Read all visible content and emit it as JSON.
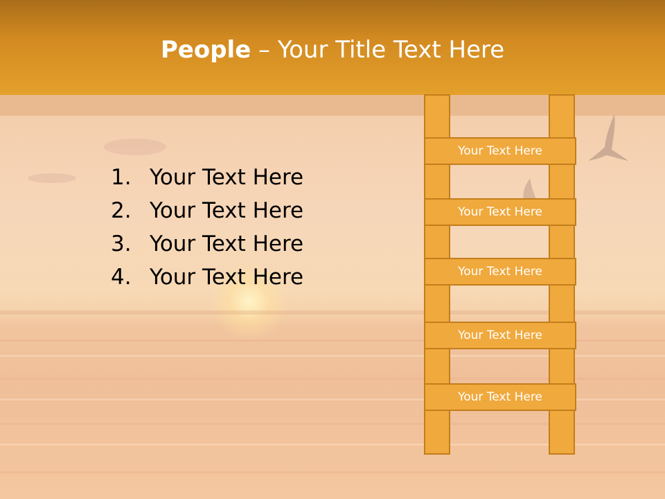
{
  "slide": {
    "title_bold": "People",
    "title_rest": " – Your Title Text Here"
  },
  "list": {
    "items": [
      {
        "num": "1.",
        "text": "Your Text Here"
      },
      {
        "num": "2.",
        "text": "Your Text Here"
      },
      {
        "num": "3.",
        "text": "Your Text Here"
      },
      {
        "num": "4.",
        "text": "Your Text Here"
      }
    ]
  },
  "ladder": {
    "rungs": [
      "Your Text Here",
      "Your Text Here",
      "Your Text Here",
      "Your Text Here",
      "Your Text Here"
    ]
  },
  "colors": {
    "header": "#e4a02b",
    "ladder_fill": "#f0a93d",
    "ladder_border": "#c37d1b"
  },
  "icons": [
    "seagull-icon",
    "seagull-icon"
  ]
}
